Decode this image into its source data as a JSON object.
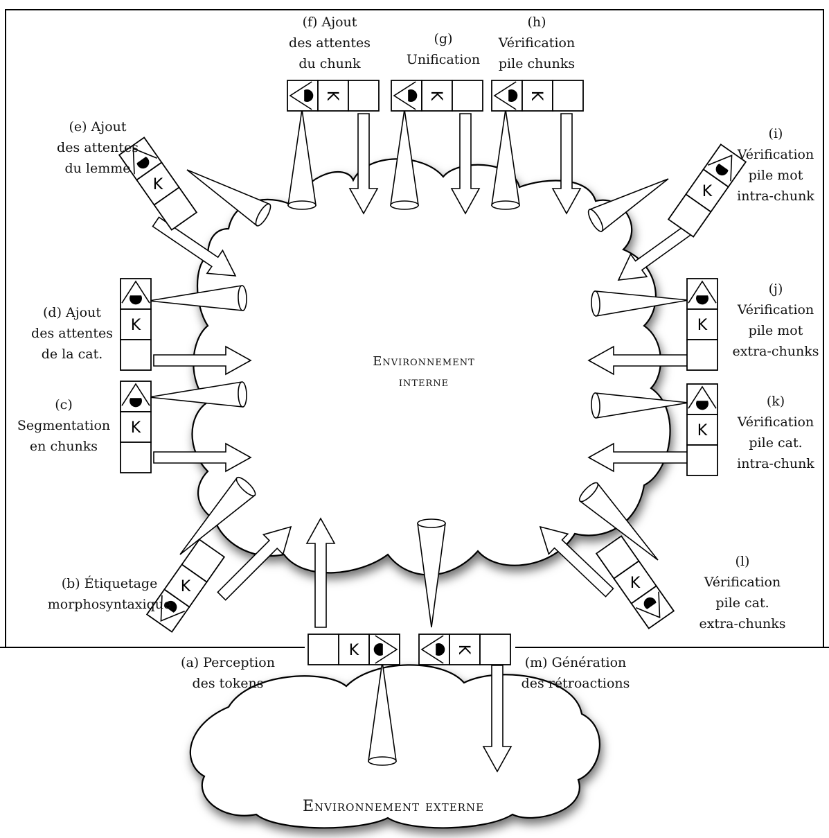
{
  "internal_environment": {
    "line1": "Environnement",
    "line2": "interne"
  },
  "external_environment": {
    "label": "Environnement externe"
  },
  "key_glyph": "K",
  "agents": [
    {
      "id": "a",
      "lines": [
        "(a) Perception",
        "des tokens"
      ]
    },
    {
      "id": "b",
      "lines": [
        "(b) Étiquetage",
        "morphosyntaxique"
      ]
    },
    {
      "id": "c",
      "lines": [
        "(c)",
        "Segmentation",
        "en chunks"
      ]
    },
    {
      "id": "d",
      "lines": [
        "(d) Ajout",
        "des attentes",
        "de la cat."
      ]
    },
    {
      "id": "e",
      "lines": [
        "(e) Ajout",
        "des attentes",
        "du lemme"
      ]
    },
    {
      "id": "f",
      "lines": [
        "(f) Ajout",
        "des attentes",
        "du chunk"
      ]
    },
    {
      "id": "g",
      "lines": [
        "(g)",
        "Unification"
      ]
    },
    {
      "id": "h",
      "lines": [
        "(h)",
        "Vérification",
        "pile chunks"
      ]
    },
    {
      "id": "i",
      "lines": [
        "(i)",
        "Vérification",
        "pile mot",
        "intra-chunk"
      ]
    },
    {
      "id": "j",
      "lines": [
        "(j)",
        "Vérification",
        "pile mot",
        "extra-chunks"
      ]
    },
    {
      "id": "k",
      "lines": [
        "(k)",
        "Vérification",
        "pile cat.",
        "intra-chunk"
      ]
    },
    {
      "id": "l",
      "lines": [
        "(l)",
        "Vérification",
        "pile cat.",
        "extra-chunks"
      ]
    },
    {
      "id": "m",
      "lines": [
        "(m) Génération",
        "des rétroactions"
      ]
    }
  ]
}
